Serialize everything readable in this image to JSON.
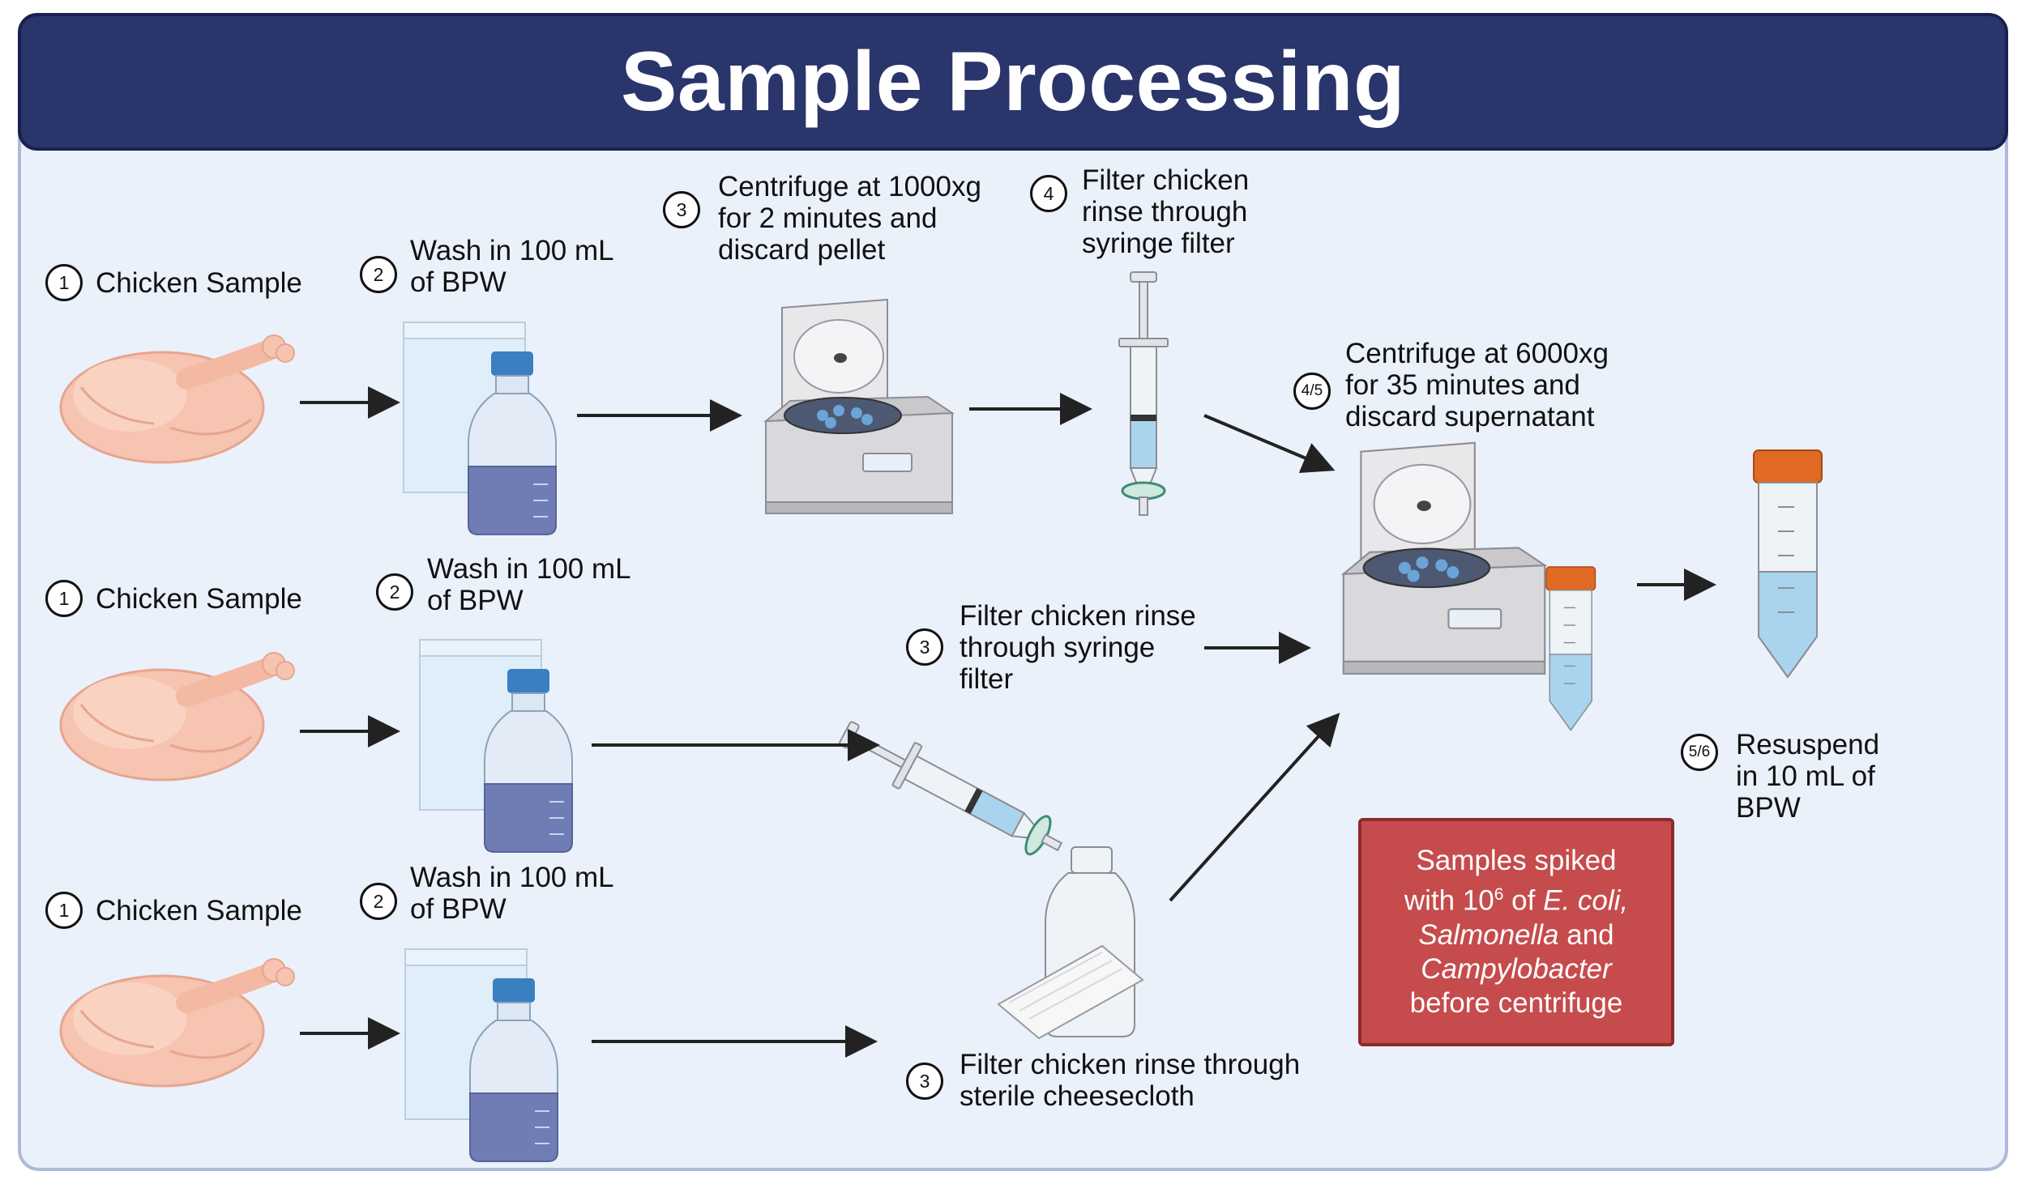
{
  "title": "Sample Processing",
  "rows": [
    {
      "sample": {
        "step": "1",
        "label": "Chicken Sample"
      },
      "wash": {
        "step": "2",
        "label_l1": "Wash in 100 mL",
        "label_l2": "of BPW"
      },
      "filter": {
        "step": "3",
        "label_l1": "Centrifuge at 1000xg",
        "label_l2": "for 2 minutes and",
        "label_l3": "discard pellet"
      },
      "filter2": {
        "step": "4",
        "label_l1": "Filter chicken",
        "label_l2": "rinse through",
        "label_l3": "syringe filter"
      }
    },
    {
      "sample": {
        "step": "1",
        "label": "Chicken Sample"
      },
      "wash": {
        "step": "2",
        "label_l1": "Wash in 100 mL",
        "label_l2": "of BPW"
      },
      "filter": {
        "step": "3",
        "label_l1": "Filter chicken rinse",
        "label_l2": "through syringe",
        "label_l3": "filter"
      }
    },
    {
      "sample": {
        "step": "1",
        "label": "Chicken Sample"
      },
      "wash": {
        "step": "2",
        "label_l1": "Wash in 100 mL",
        "label_l2": "of BPW"
      },
      "filter": {
        "step": "3",
        "label_l1": "Filter chicken rinse through",
        "label_l2": "sterile cheesecloth"
      }
    }
  ],
  "centrifuge_final": {
    "step": "4/5",
    "label_l1": "Centrifuge at 6000xg",
    "label_l2": "for 35 minutes and",
    "label_l3": "discard supernatant"
  },
  "resuspend": {
    "step": "5/6",
    "label_l1": "Resuspend",
    "label_l2": "in 10 mL of",
    "label_l3": "BPW"
  },
  "note": {
    "l1": "Samples spiked",
    "l2_pre": "with 10",
    "l2_sup": "6",
    "l2_mid": " of ",
    "l2_italic": "E. coli,",
    "l3_italic": "Salmonella",
    "l3_post": " and",
    "l4_italic": "Campylobacter",
    "l5": "before centrifuge"
  },
  "colors": {
    "header": "#29356b",
    "panel": "#eaf1fb",
    "note": "#c64b4d",
    "chicken": "#f6c4b1",
    "liquid_dark": "#6f7db4",
    "liquid_light": "#a9d4ee",
    "cap_blue": "#3a7fc0",
    "cap_orange": "#e06a23"
  }
}
